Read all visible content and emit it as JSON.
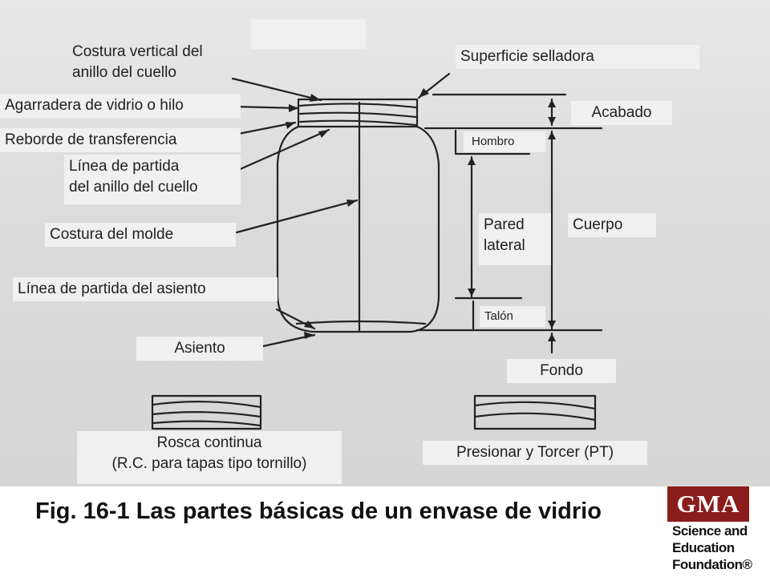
{
  "labels": {
    "costura_vertical": "Costura vertical del\nanillo del cuello",
    "agarradera": "Agarradera de vidrio o hilo",
    "reborde": "Reborde de transferencia",
    "linea_partida_cuello": "Línea de partida\ndel anillo del cuello",
    "costura_molde": "Costura del molde",
    "linea_partida_asiento": "Línea de partida del asiento",
    "asiento": "Asiento",
    "rosca_continua": "Rosca continua\n(R.C. para tapas tipo tornillo)",
    "superficie_selladora": "Superficie selladora",
    "acabado": "Acabado",
    "hombro": "Hombro",
    "pared_lateral": "Pared\nlateral",
    "cuerpo": "Cuerpo",
    "talon": "Talón",
    "fondo": "Fondo",
    "presionar_torcer": "Presionar y Torcer (PT)"
  },
  "figure_title": "Fig. 16-1  Las partes básicas de un envase de vidrio",
  "logo": {
    "badge": "GMA",
    "text": "Science and\nEducation\nFoundation®",
    "color": "#8b1c1c"
  }
}
